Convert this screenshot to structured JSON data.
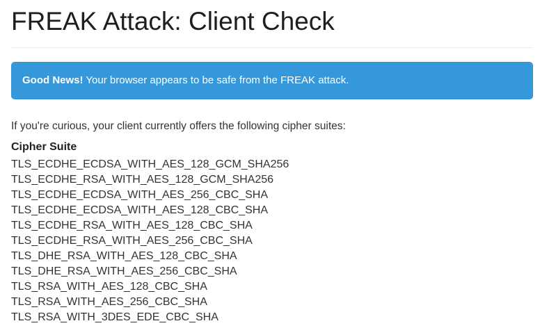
{
  "page": {
    "title": "FREAK Attack: Client Check"
  },
  "alert": {
    "emphasis": "Good News!",
    "message": " Your browser appears to be safe from the FREAK attack."
  },
  "intro": "If you're curious, your client currently offers the following cipher suites:",
  "cipher_table": {
    "header": "Cipher Suite",
    "rows": [
      "TLS_ECDHE_ECDSA_WITH_AES_128_GCM_SHA256",
      "TLS_ECDHE_RSA_WITH_AES_128_GCM_SHA256",
      "TLS_ECDHE_ECDSA_WITH_AES_256_CBC_SHA",
      "TLS_ECDHE_ECDSA_WITH_AES_128_CBC_SHA",
      "TLS_ECDHE_RSA_WITH_AES_128_CBC_SHA",
      "TLS_ECDHE_RSA_WITH_AES_256_CBC_SHA",
      "TLS_DHE_RSA_WITH_AES_128_CBC_SHA",
      "TLS_DHE_RSA_WITH_AES_256_CBC_SHA",
      "TLS_RSA_WITH_AES_128_CBC_SHA",
      "TLS_RSA_WITH_AES_256_CBC_SHA",
      "TLS_RSA_WITH_3DES_EDE_CBC_SHA"
    ]
  },
  "colors": {
    "alert_bg": "#3498db",
    "alert_text": "#ffffff",
    "divider": "#ececec",
    "title_text": "#1e1e1e",
    "body_text": "#333333"
  }
}
